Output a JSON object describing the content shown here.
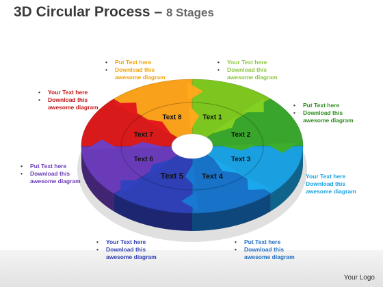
{
  "title": {
    "main": "3D Circular Process",
    "dash": " – ",
    "sub": "8 Stages"
  },
  "stages": [
    {
      "label": "Text 1",
      "color": "#7cc61f"
    },
    {
      "label": "Text 2",
      "color": "#3aa52c"
    },
    {
      "label": "Text 3",
      "color": "#1a9fe0"
    },
    {
      "label": "Text 4",
      "color": "#1772c8"
    },
    {
      "label": "Text 5",
      "color": "#2f3fb6"
    },
    {
      "label": "Text 6",
      "color": "#6a3bb8"
    },
    {
      "label": "Text 7",
      "color": "#d91a1a"
    },
    {
      "label": "Text 8",
      "color": "#f9a11b"
    }
  ],
  "callouts": [
    {
      "line1": "Put Text  here",
      "line2": "Download this",
      "line3": "awesome diagram",
      "color": "#f0a30a"
    },
    {
      "line1": "Your Text here",
      "line2": "Download this",
      "line3": "awesome diagram",
      "color": "#8cc63f"
    },
    {
      "line1": "Put Text here",
      "line2": "Download this",
      "line3": "awesome diagram",
      "color": "#2e8b1f"
    },
    {
      "line1": "Your Text here",
      "line2": "Download this",
      "line3": "awesome diagram",
      "color": "#1ba1e2"
    },
    {
      "line1": "Put Text here",
      "line2": "Download this",
      "line3": "awesome diagram",
      "color": "#1f6fc4"
    },
    {
      "line1": "Your Text here",
      "line2": "Download this",
      "line3": "awesome diagram",
      "color": "#2f3fb0"
    },
    {
      "line1": "Put Text  here",
      "line2": "Download this",
      "line3": "awesome diagram",
      "color": "#6a3bb8"
    },
    {
      "line1": "Your Text  here",
      "line2": "Download this",
      "line3": "awesome diagram",
      "color": "#c41414"
    }
  ],
  "bullet": "•",
  "logo": "Your Logo"
}
